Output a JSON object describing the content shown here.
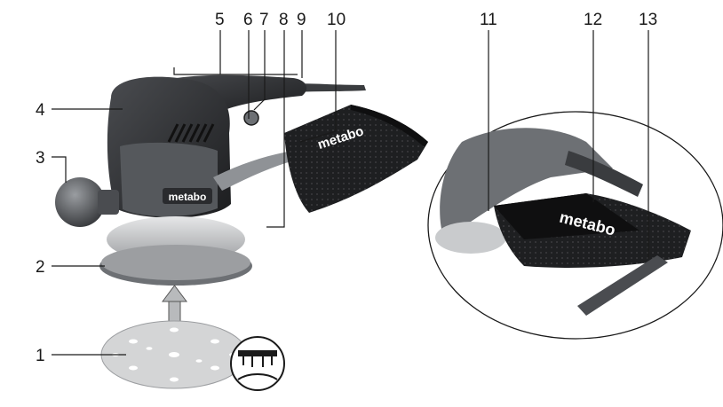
{
  "callouts": {
    "c1": "1",
    "c2": "2",
    "c3": "3",
    "c4": "4",
    "c5": "5",
    "c6": "6",
    "c7": "7",
    "c8": "8",
    "c9": "9",
    "c10": "10",
    "c11": "11",
    "c12": "12",
    "c13": "13"
  },
  "branding": {
    "body_logo": "metabo",
    "bag_logo": "metabo",
    "detail_bag_logo": "metabo"
  },
  "colors": {
    "housing_dark": "#2b2d30",
    "housing_grey": "#6d7074",
    "pad_silver": "#c9cbcd",
    "bag_black": "#1e1f21",
    "sanding_disc": "#d4d5d6"
  },
  "icons": {
    "arrow": "up-arrow-icon",
    "dust_extraction_symbol": "dust-extraction-icon"
  }
}
